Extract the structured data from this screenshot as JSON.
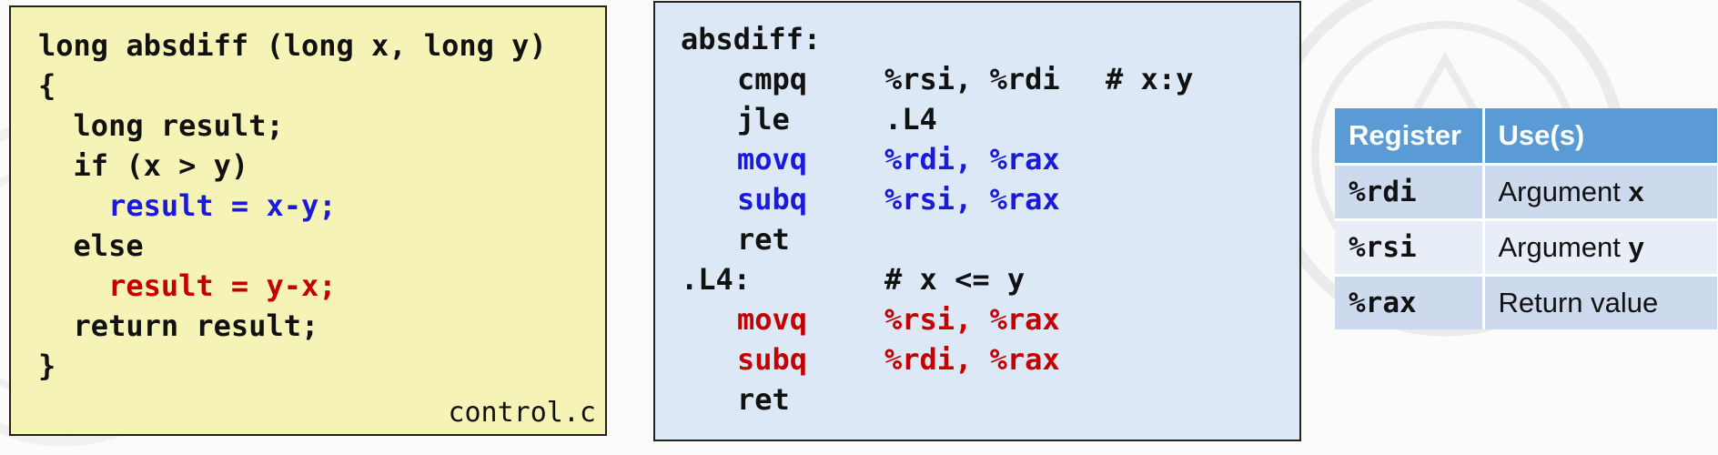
{
  "c_code": {
    "lines": [
      "long absdiff (long x, long y)",
      "{",
      "  long result;",
      "  if (x > y)",
      "    result = x-y;",
      "  else",
      "    result = y-x;",
      "  return result;",
      "}"
    ],
    "filename": "control.c",
    "colors": {
      "text": "#111111",
      "then_branch": "#1a1adb",
      "else_branch": "#c40000",
      "background": "#f6f3b6"
    }
  },
  "asm_code": {
    "label_absdiff": "absdiff:",
    "instructions": [
      {
        "op": "cmpq",
        "args": "%rsi, %rdi",
        "comment": "# x:y"
      },
      {
        "op": "jle",
        "args": ".L4"
      },
      {
        "op": "movq",
        "args": "%rdi, %rax"
      },
      {
        "op": "subq",
        "args": "%rsi, %rax"
      },
      {
        "op": "ret",
        "args": ""
      }
    ],
    "label_l4": ".L4:",
    "label_l4_comment": "# x <= y",
    "instructions_l4": [
      {
        "op": "movq",
        "args": "%rsi, %rax"
      },
      {
        "op": "subq",
        "args": "%rdi, %rax"
      },
      {
        "op": "ret",
        "args": ""
      }
    ],
    "colors": {
      "background": "#dce8f5"
    }
  },
  "register_table": {
    "headers": [
      "Register",
      "Use(s)"
    ],
    "rows": [
      {
        "register": "%rdi",
        "use_prefix": "Argument ",
        "use_bold": "x"
      },
      {
        "register": "%rsi",
        "use_prefix": "Argument ",
        "use_bold": "y"
      },
      {
        "register": "%rax",
        "use_prefix": "Return value",
        "use_bold": ""
      }
    ],
    "colors": {
      "header": "#5b9bd5",
      "row_odd": "#cdd9ec",
      "row_even": "#e8eef7"
    }
  }
}
